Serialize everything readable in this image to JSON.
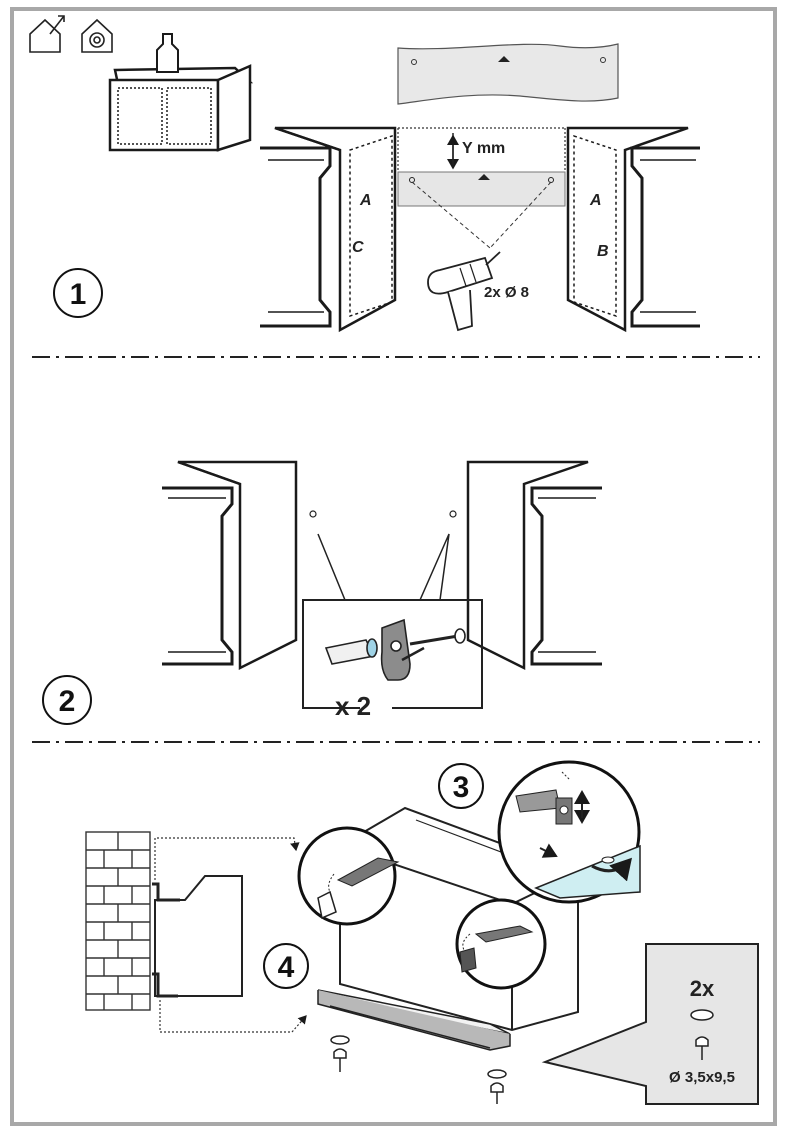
{
  "steps": {
    "step1": "1",
    "step2": "2",
    "step3": "3",
    "step4": "4"
  },
  "labels": {
    "y_mm": "Y mm",
    "drill_spec": "2x Ø 8",
    "cab_left_top": "A",
    "cab_left_bottom": "C",
    "cab_right_top": "A",
    "cab_right_bottom": "B",
    "qty_hooks": "x 2",
    "qty_screws": "2x",
    "screw_spec": "Ø 3,5x9,5"
  },
  "icons": [
    "house-outline-icon",
    "house-fan-icon",
    "wall-cabinet-icon",
    "paper-template-icon",
    "drill-icon",
    "wall-plug-hook-screw-icon",
    "brick-wall-icon",
    "adjustment-detail-icon",
    "washer-icon",
    "screw-icon"
  ],
  "colors": {
    "line": "#1a1a1a",
    "frame": "#a8a8a8",
    "panel": "#e6e6e6",
    "template": "#e8e8e8",
    "glass": "#cfeef2"
  }
}
